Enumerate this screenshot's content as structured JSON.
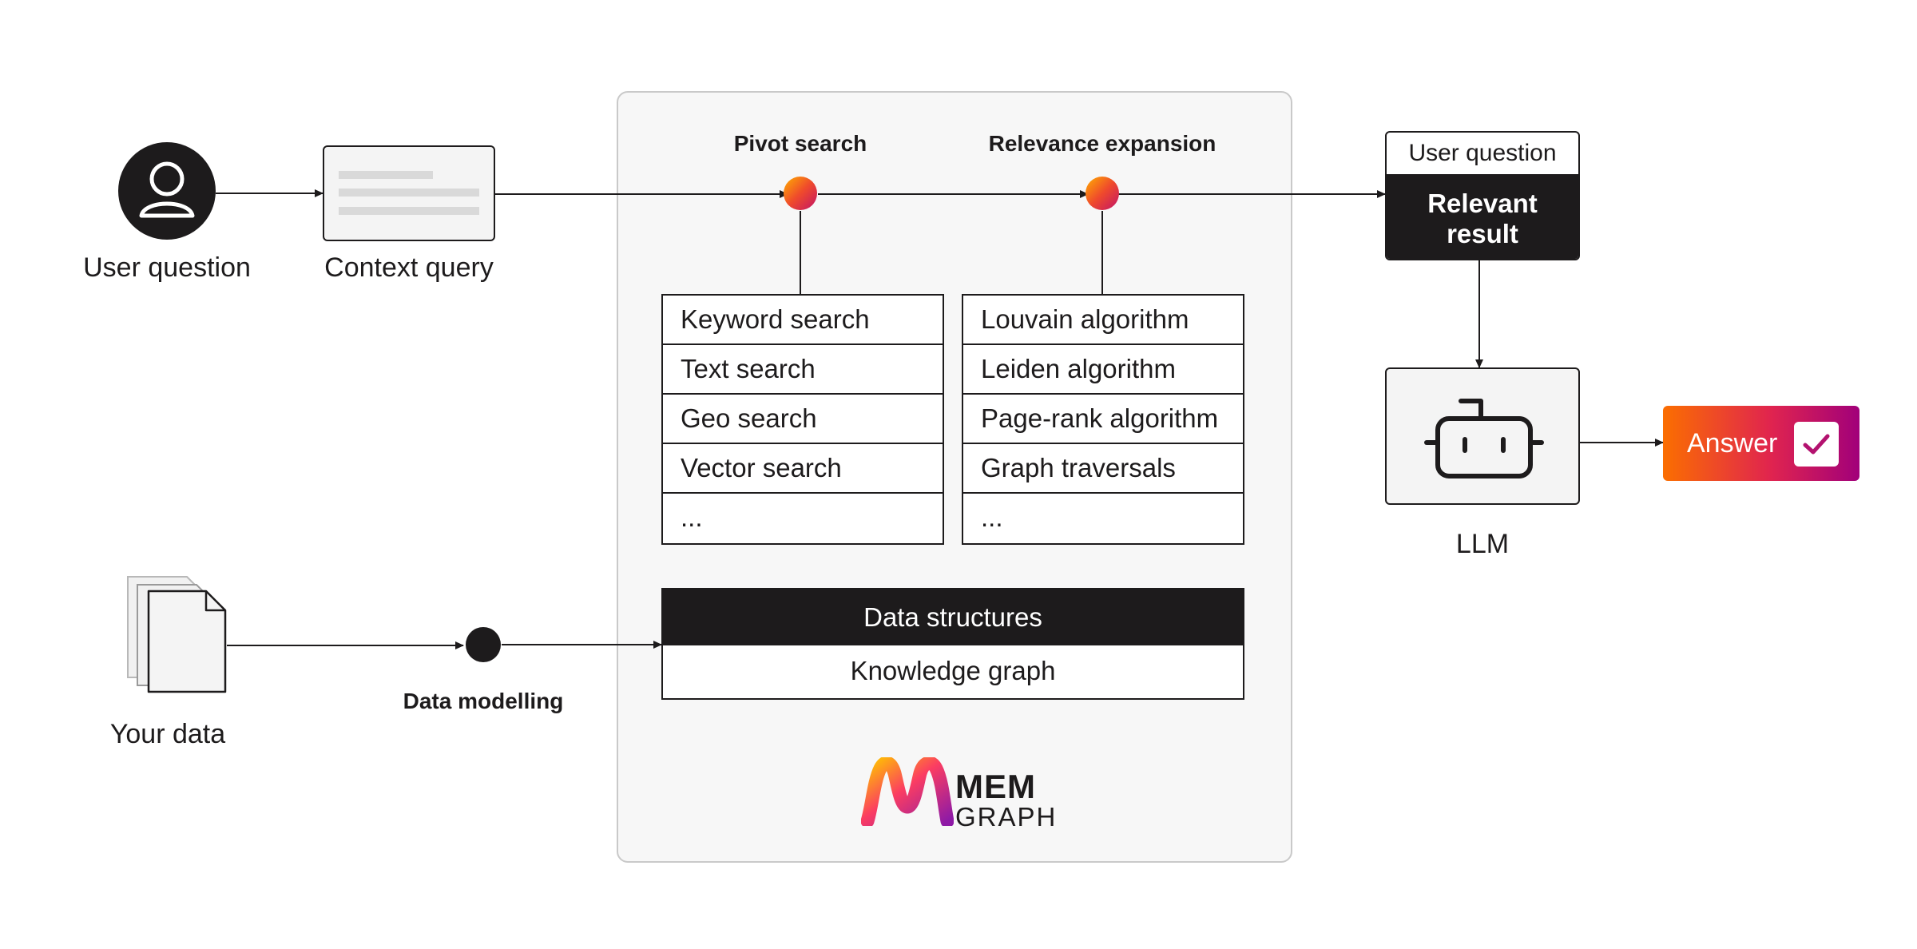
{
  "user_question_label": "User question",
  "context_query_label": "Context query",
  "pivot_search": {
    "title": "Pivot search",
    "items": [
      "Keyword search",
      "Text search",
      "Geo search",
      "Vector search",
      "..."
    ]
  },
  "relevance_expansion": {
    "title": "Relevance expansion",
    "items": [
      "Louvain algorithm",
      "Leiden algorithm",
      "Page-rank algorithm",
      "Graph traversals",
      "..."
    ]
  },
  "data_structures": {
    "header": "Data structures",
    "body": "Knowledge graph"
  },
  "your_data_label": "Your data",
  "data_modelling_label": "Data modelling",
  "result_box": {
    "header": "User question",
    "body_line1": "Relevant",
    "body_line2": "result"
  },
  "llm_label": "LLM",
  "answer_label": "Answer",
  "logo": {
    "line1": "MEM",
    "line2": "GRAPH"
  },
  "colors": {
    "dark": "#1d1b1c",
    "panel": "#f7f7f7",
    "accent_start": "#fb6e00",
    "accent_mid": "#e0244f",
    "accent_end": "#a1007a"
  },
  "icons": [
    "user-icon",
    "document-icon",
    "files-icon",
    "robot-icon",
    "check-icon",
    "memgraph-logo-icon"
  ]
}
